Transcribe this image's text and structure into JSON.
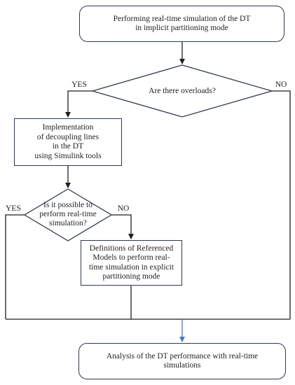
{
  "diagram": {
    "start": "Performing  real-time simulation of the DT\nin implicit partitioning mode",
    "decision1": "Are there overloads?",
    "yes1": "YES",
    "no1": "NO",
    "step_decoupling": "Implementation\nof decoupling lines\nin the DT\nusing Simulink tools",
    "decision2": "Is it possible to\nperform real-time\nsimulation?",
    "yes2": "YES",
    "no2": "NO",
    "step_referenced": "Definitions of Referenced\nModels to perform real-\ntime simulation in explicit\npartitioning mode",
    "end": "Analysis of the DT performance with real-time\nsimulations",
    "colors": {
      "stroke": "#2e3a4a",
      "final_arrow": "#4a7ab5"
    }
  }
}
